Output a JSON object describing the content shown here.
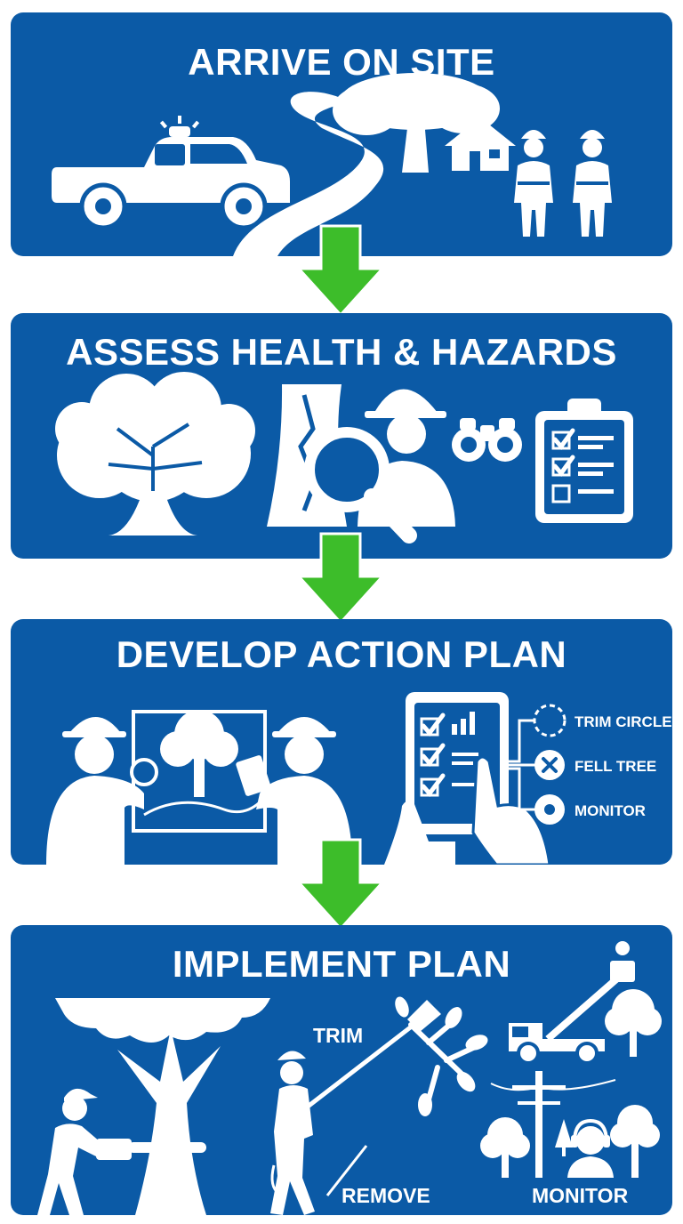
{
  "steps": [
    {
      "title": "ARRIVE ON SITE"
    },
    {
      "title": "ASSESS HEALTH & HAZARDS"
    },
    {
      "title": "DEVELOP ACTION PLAN",
      "options": [
        "TRIM CIRCLE",
        "FELL TREE",
        "MONITOR"
      ]
    },
    {
      "title": "IMPLEMENT PLAN",
      "labels": {
        "trim": "TRIM",
        "remove": "REMOVE",
        "monitor": "MONITOR"
      }
    }
  ],
  "colors": {
    "panel": "#0b5aa6",
    "arrow": "#3dbd2a",
    "icon": "#ffffff"
  },
  "icons": [
    "pickup-truck-icon",
    "winding-road-icon",
    "tree-icon",
    "house-icon",
    "workers-icon",
    "cracked-trunk-icon",
    "magnifier-icon",
    "inspector-icon",
    "binoculars-icon",
    "checklist-clipboard-icon",
    "arborists-map-icon",
    "tablet-checklist-icon",
    "chainsaw-worker-icon",
    "pole-saw-climber-icon",
    "bucket-truck-icon",
    "power-line-monitor-icon"
  ]
}
